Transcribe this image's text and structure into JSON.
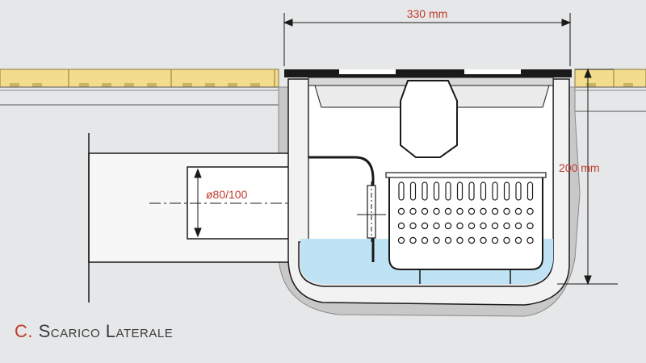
{
  "dimensions": {
    "width_label": "330 mm",
    "height_label": "200 mm",
    "pipe_label": "ø80/100"
  },
  "caption": {
    "letter": "C.",
    "title": "Scarico Laterale"
  },
  "colors": {
    "background": "#e6e7e8",
    "tile": "#f3dc8c",
    "water": "#bfe3f4",
    "dimension_text": "#c0392b",
    "line": "#1a1a1a"
  }
}
